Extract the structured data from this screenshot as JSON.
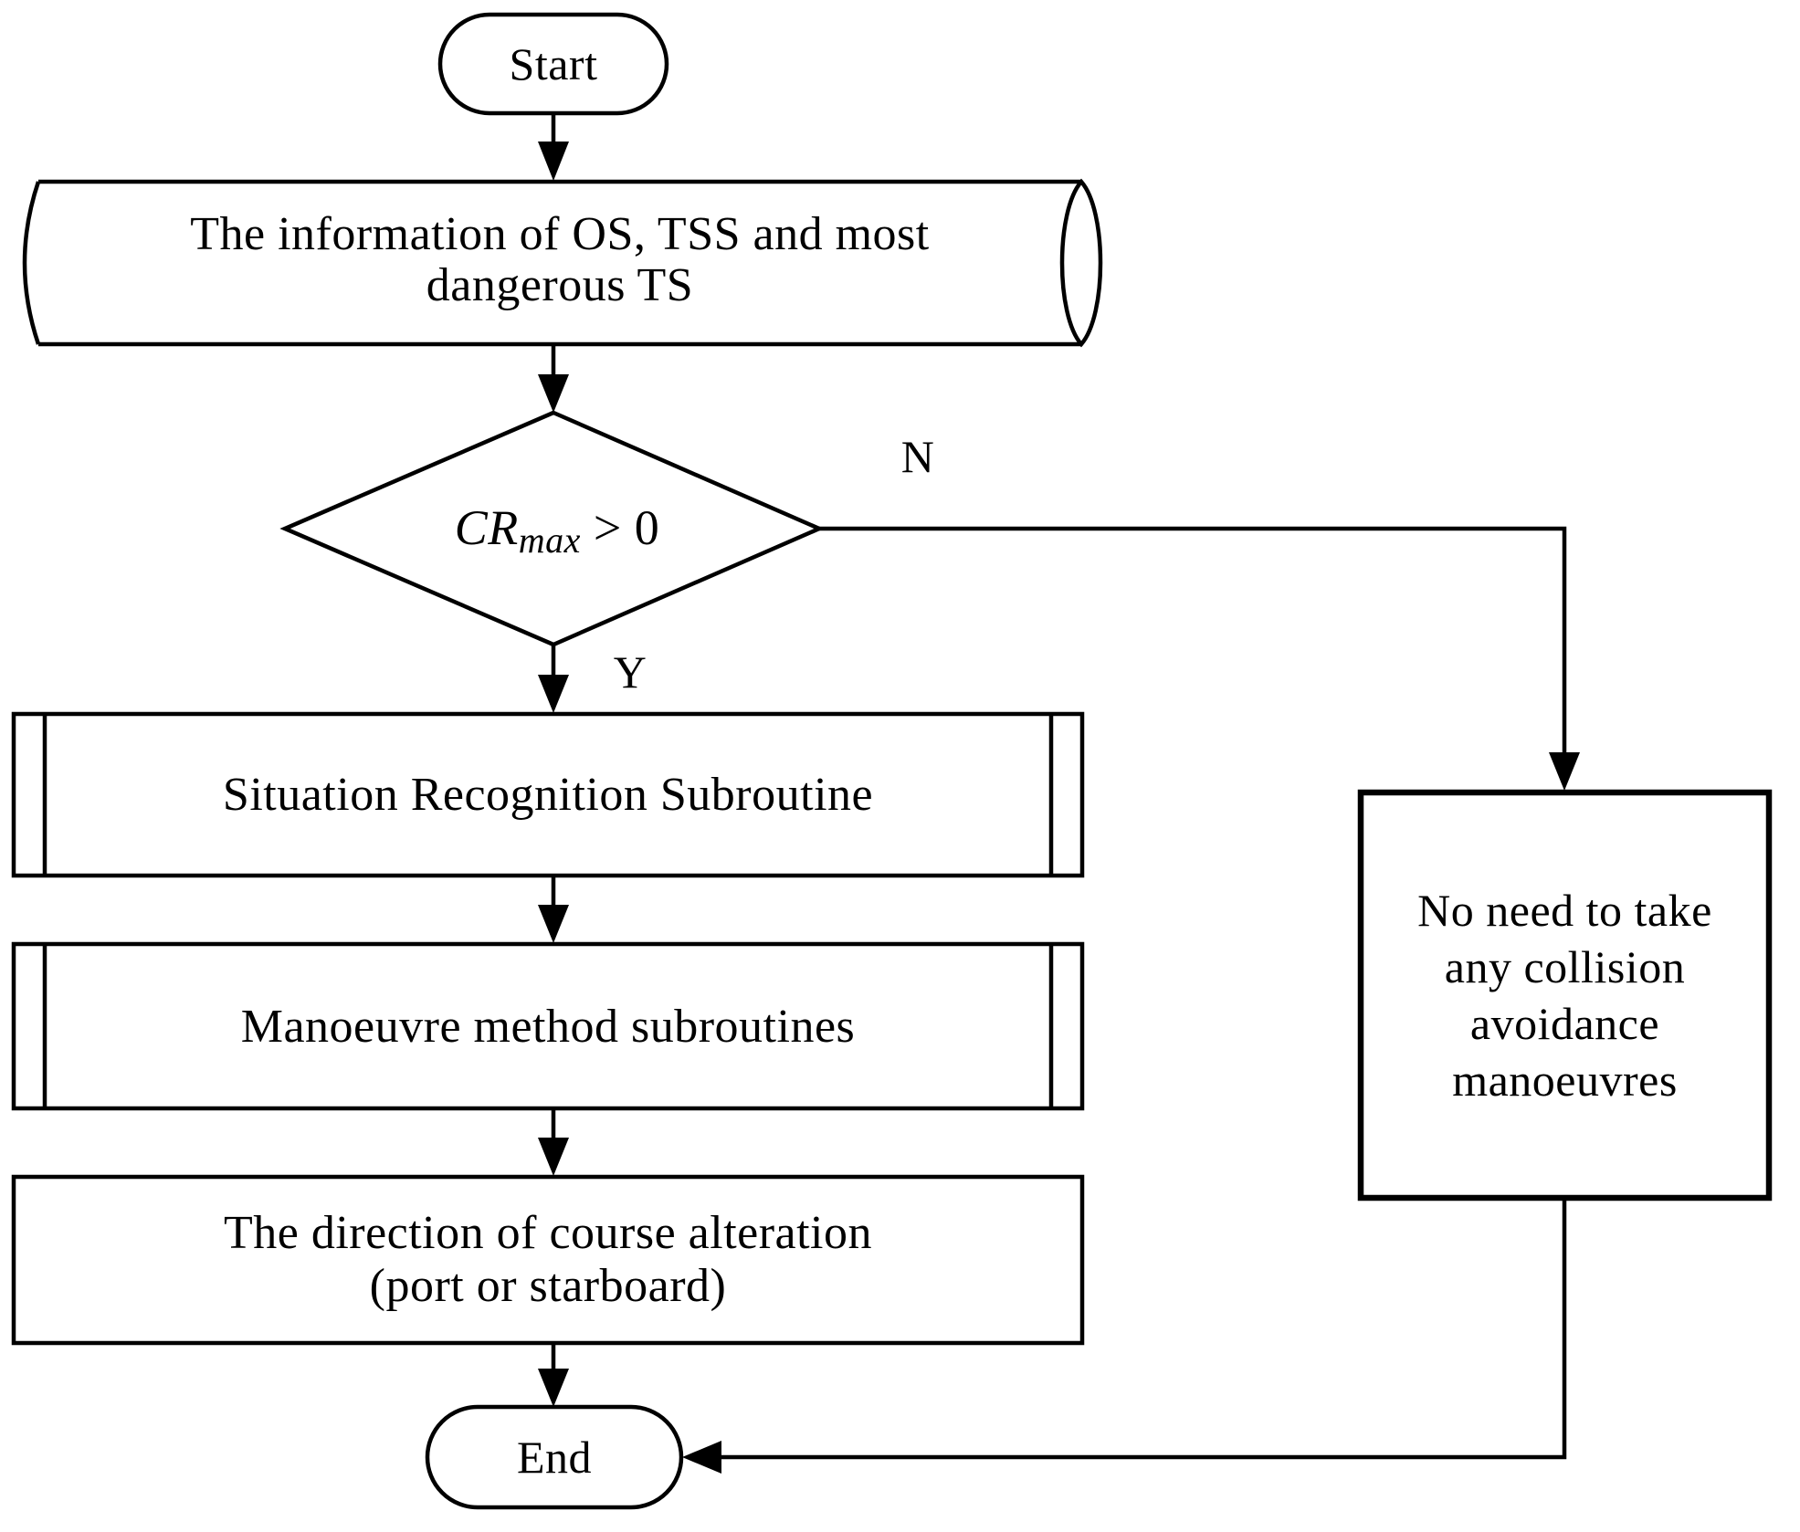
{
  "colors": {
    "stroke": "#000000",
    "background": "#ffffff"
  },
  "nodes": {
    "start": {
      "label": "Start"
    },
    "info": {
      "line1": "The information of OS, TSS and most",
      "line2": "dangerous TS"
    },
    "decision": {
      "variable": "CR",
      "subscript": "max",
      "comparison": "> 0"
    },
    "branch_no_label": "N",
    "branch_yes_label": "Y",
    "situation_subroutine": {
      "label": "Situation Recognition Subroutine"
    },
    "manoeuvre_subroutine": {
      "label": "Manoeuvre method subroutines"
    },
    "direction": {
      "line1": "The direction of course alteration",
      "line2": "(port or starboard)"
    },
    "no_need": {
      "line1": "No need to take",
      "line2": "any collision",
      "line3": "avoidance",
      "line4": "manoeuvres"
    },
    "end": {
      "label": "End"
    }
  }
}
